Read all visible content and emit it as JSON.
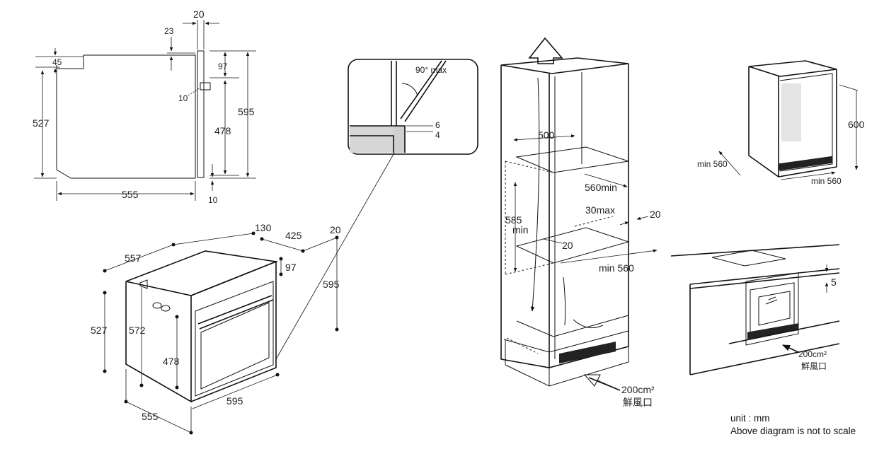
{
  "side_view": {
    "dims": {
      "top_20": "20",
      "d23": "23",
      "d45": "45",
      "d97": "97",
      "d10a": "10",
      "d527": "527",
      "d478": "478",
      "d595": "595",
      "d555": "555",
      "d10b": "10"
    }
  },
  "iso_view": {
    "dims": {
      "d130": "130",
      "d425": "425",
      "d20": "20",
      "d557": "557",
      "d97": "97",
      "d595v": "595",
      "d527": "527",
      "d572": "572",
      "d478": "478",
      "d595w": "595",
      "d555": "555"
    }
  },
  "detail_view": {
    "angle": "90° max",
    "d6": "6",
    "d4": "4"
  },
  "tall_cabinet": {
    "d500": "500",
    "d560min": "560min",
    "d30max": "30max",
    "d20r": "20",
    "d585": "585",
    "min_label": "min",
    "d20b": "20",
    "min560": "min 560",
    "vent_area": "200cm²",
    "vent_label": "鮮風口"
  },
  "base_cabinet": {
    "d600": "600",
    "min560a": "min 560",
    "min560b": "min 560"
  },
  "hob_install": {
    "d5": "5",
    "vent_area": "200cm²",
    "vent_label": "鮮風口"
  },
  "footnote": {
    "unit": "unit : mm",
    "scale_note": "Above diagram is not to scale"
  }
}
